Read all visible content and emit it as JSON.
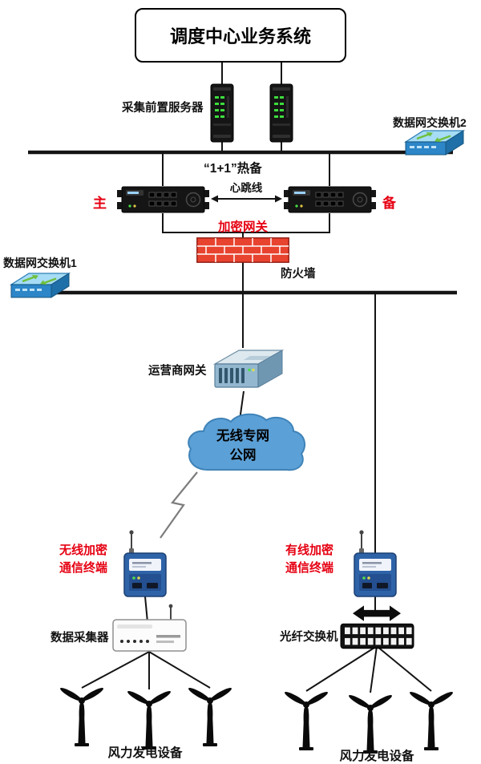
{
  "colors": {
    "red": "#e60012",
    "line": "#141414",
    "cloud": "#5ba0d6",
    "brick": "#e8432f",
    "switch_blue": "#2c86c8"
  },
  "header": {
    "title": "调度中心业务系统"
  },
  "labels": {
    "front_server": "采集前置服务器",
    "switch2": "数据网交换机2",
    "hot_standby": "“1+1”热备",
    "primary": "主",
    "backup": "备",
    "heartbeat": "心跳线",
    "encrypt_gateway": "加密网关",
    "firewall": "防火墙",
    "switch1": "数据网交换机1",
    "carrier_gateway": "运营商网关",
    "cloud_line1": "无线专网",
    "cloud_line2": "公网",
    "wireless_terminal_line1": "无线加密",
    "wireless_terminal_line2": "通信终端",
    "wired_terminal_line1": "有线加密",
    "wired_terminal_line2": "通信终端",
    "data_collector": "数据采集器",
    "fiber_switch": "光纤交换机",
    "wind_left": "风力发电设备",
    "wind_right": "风力发电设备"
  },
  "icons": {
    "tower-server-icon": "black tower server with green LEDs",
    "switch-3d-icon": "blue 3D switch with green arrows",
    "rack-gateway-icon": "black 1U encryption gateway",
    "firewall-icon": "red brick wall",
    "carrier-gateway-icon": "3D carrier gateway box",
    "cloud-icon": "blue network cloud",
    "lightning-icon": "wireless link zigzag",
    "terminal-icon": "blue encryption terminal with antenna",
    "collector-icon": "white data collector with antenna",
    "fiber-switch-icon": "black fiber switch with double arrow",
    "wind-turbine-icon": "three-blade wind turbine"
  }
}
